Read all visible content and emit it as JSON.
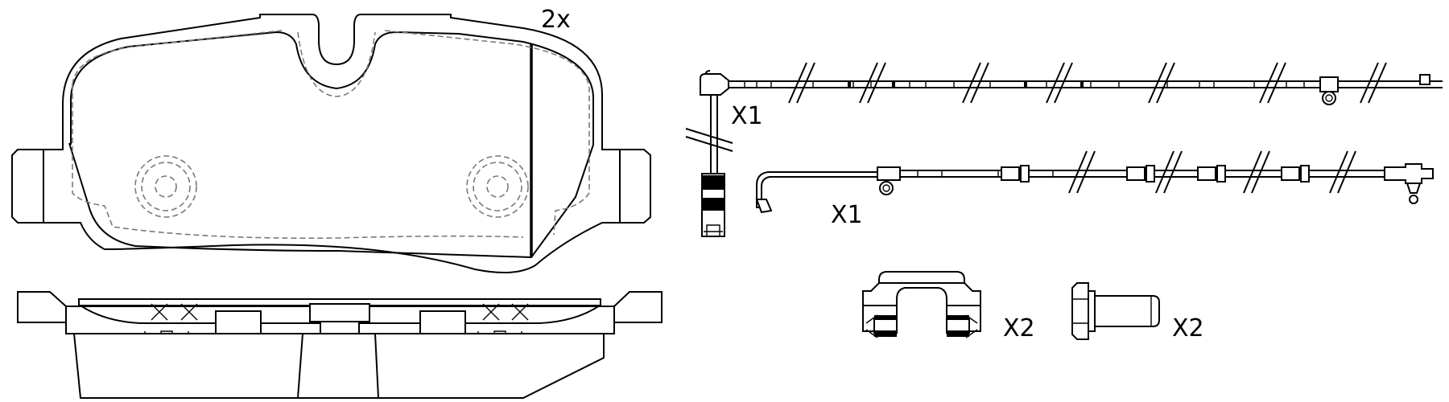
{
  "labels": {
    "pad_quantity": "2x",
    "wear_sensor_1_quantity": "X1",
    "wear_sensor_2_quantity": "X1",
    "clip_quantity": "X2",
    "bolt_quantity": "X2"
  },
  "colors": {
    "line": "#000000",
    "hidden_line": "#7a7a7a",
    "background": "#ffffff"
  }
}
